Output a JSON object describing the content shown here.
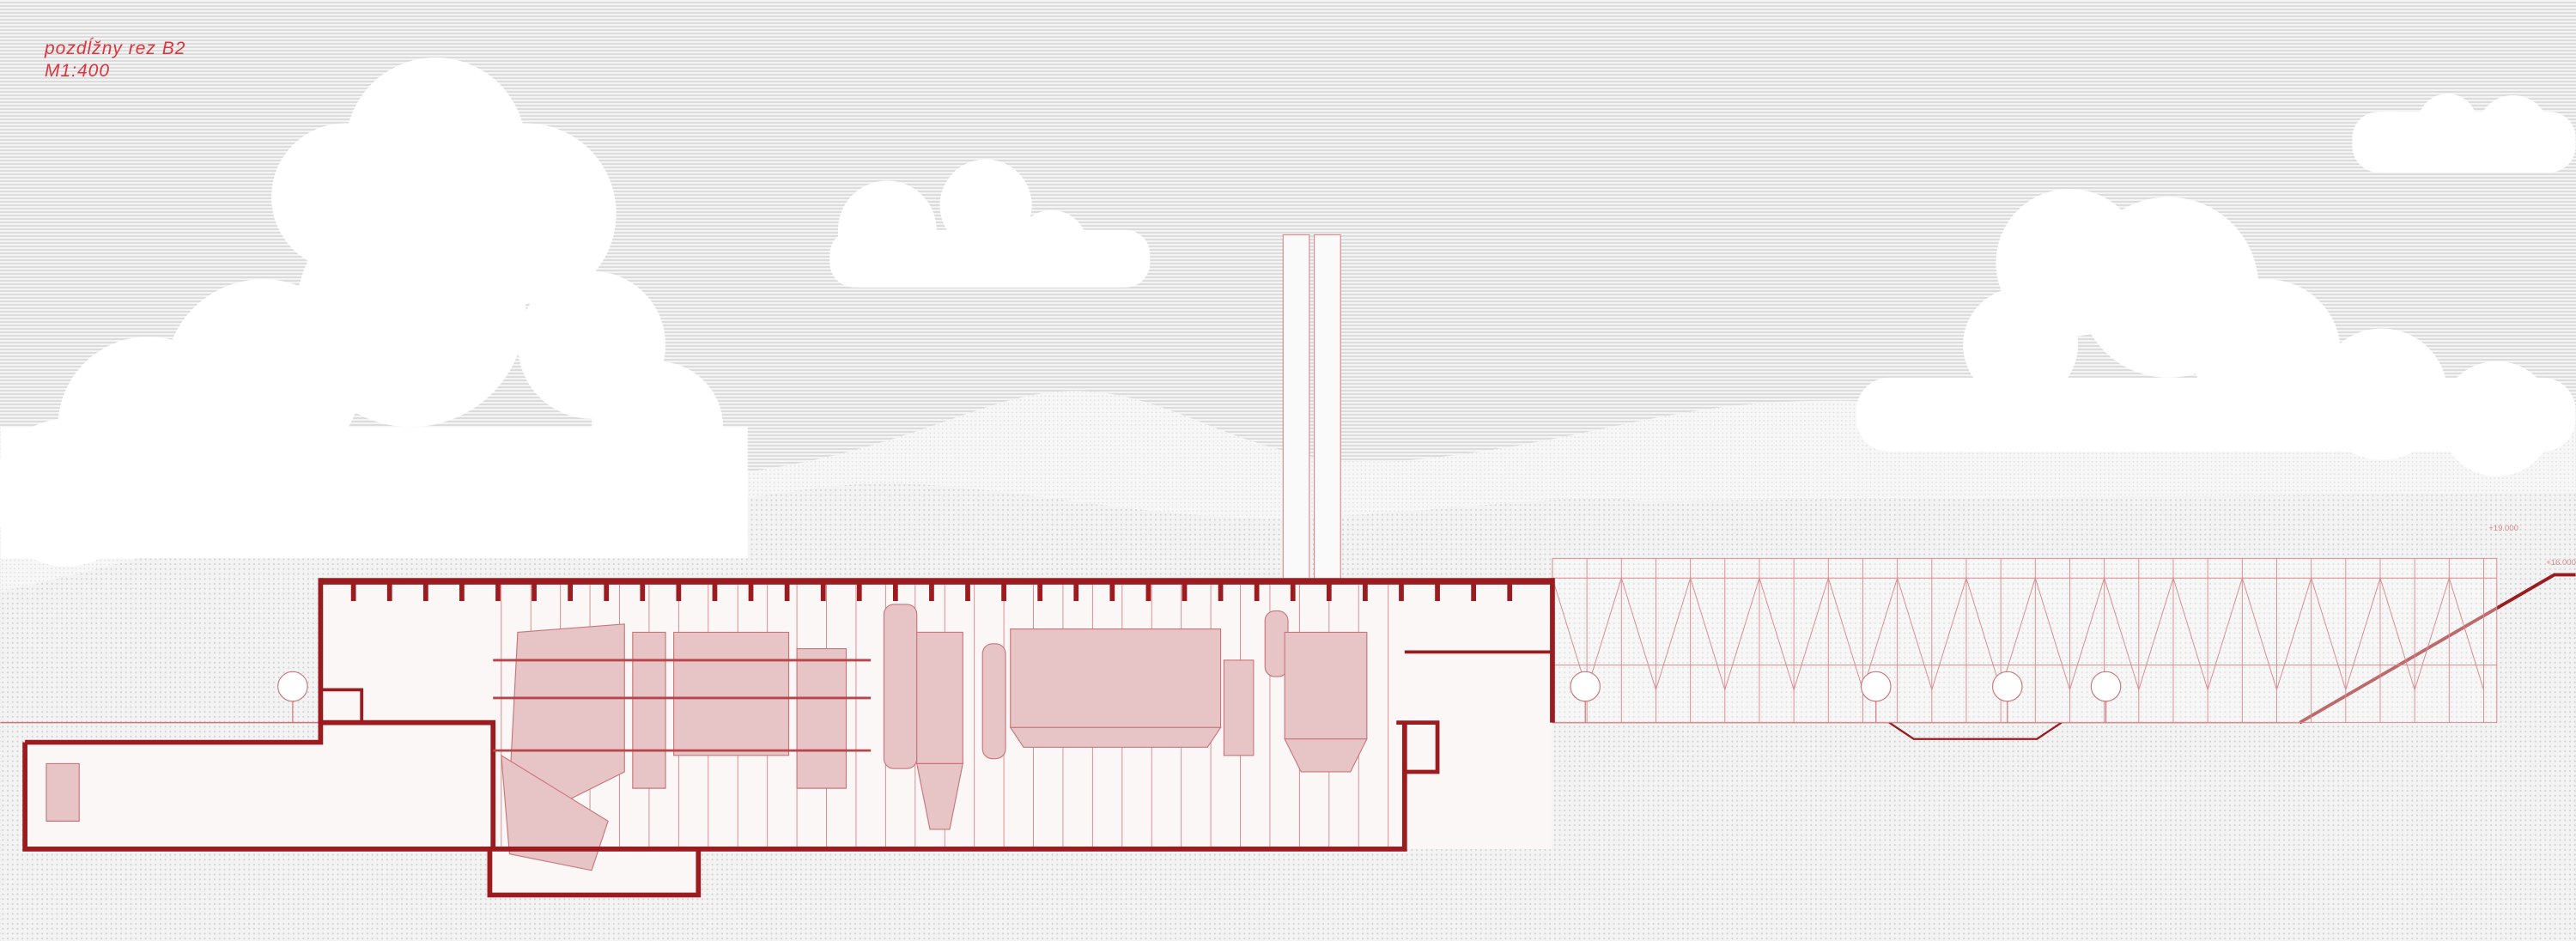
{
  "title": "pozdĺžny rez B2",
  "scale": "M1:400",
  "levels": [
    "+19.000",
    "+16.000"
  ],
  "colors": {
    "structure": "#9b1b1f",
    "equipment": "#e7c4c6",
    "line": "#c9767b",
    "text": "#d9363e"
  }
}
